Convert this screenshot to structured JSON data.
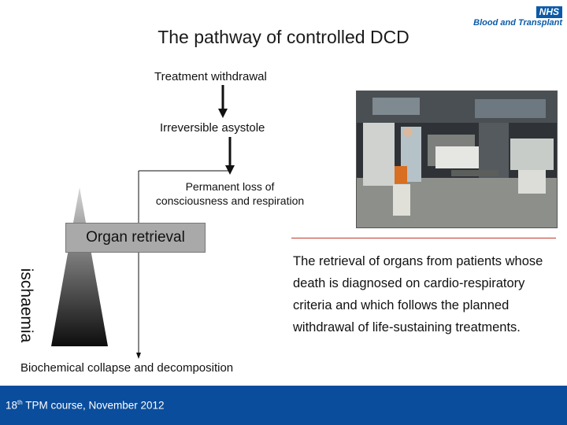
{
  "slide": {
    "title": "The pathway of controlled DCD",
    "logo": {
      "badge": "NHS",
      "text": "Blood and Transplant"
    },
    "pathway": {
      "step1": "Treatment withdrawal",
      "step2": "Irreversible asystole",
      "step3_line1": "Permanent loss of",
      "step3_line2": "consciousness and respiration",
      "organ_retrieval": "Organ retrieval",
      "ischaemia": "ischaemia",
      "end": "Biochemical collapse and decomposition"
    },
    "description": "The retrieval of organs from patients whose death is diagnosed on cardio-respiratory criteria and which follows the planned withdrawal of life-sustaining treatments.",
    "footer": {
      "prefix": "18",
      "sup": "th",
      "suffix": " TPM course, November 2012"
    },
    "colors": {
      "footer": "#0a4d9c",
      "rule": "#c0392b",
      "box": "#a9a9a9",
      "brand": "#0b5aa8"
    }
  }
}
